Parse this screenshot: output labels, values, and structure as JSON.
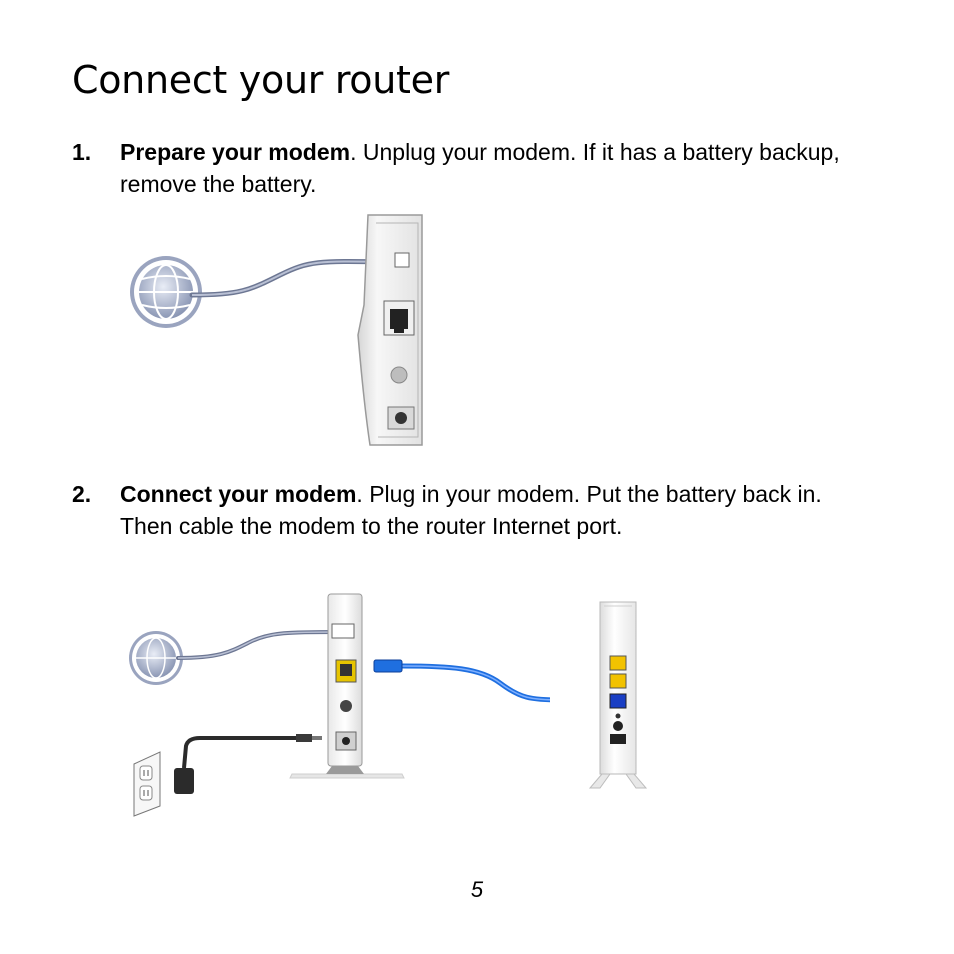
{
  "page": {
    "title": "Connect your router",
    "page_number": "5"
  },
  "steps": [
    {
      "number": "1.",
      "lead": "Prepare your modem",
      "text": ". Unplug your modem. If it has a battery backup, remove the battery."
    },
    {
      "number": "2.",
      "lead": "Connect your modem",
      "text": ". Plug in your modem. Put the battery back in. Then cable the modem to the router Internet port."
    }
  ],
  "colors": {
    "ethernet_cable": "#1f6fe0",
    "router_ports": "#f2c200",
    "router_internet_port": "#1a3fc4",
    "globe": "#c8cfe0"
  }
}
